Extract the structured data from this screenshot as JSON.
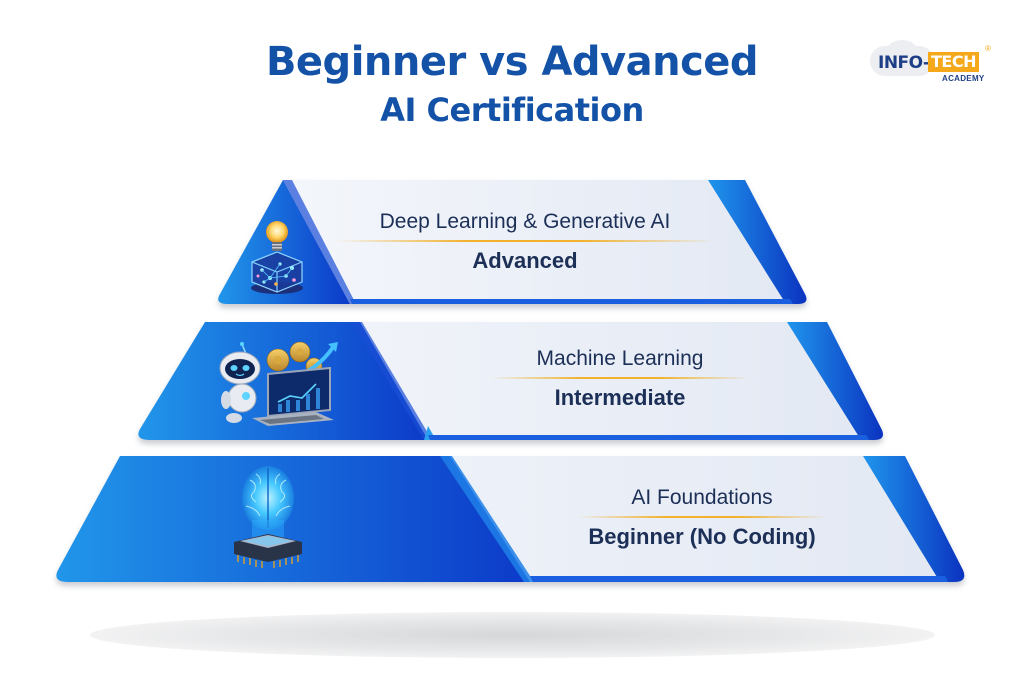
{
  "header": {
    "title_line1": "Beginner vs Advanced",
    "title_line2": "AI Certification"
  },
  "logo": {
    "part1": "INFO-",
    "part2": "TECH",
    "registered": "®",
    "subtitle": "ACADEMY"
  },
  "colors": {
    "title_blue": "#1452a8",
    "tier_blue_light": "#1e8ee8",
    "tier_blue_dark": "#0d37c8",
    "panel_light": "#eef2f9",
    "text_dark": "#1c2f57",
    "accent_gold": "#f2b22e"
  },
  "tiers": [
    {
      "name": "Deep Learning & Generative AI",
      "level": "Advanced",
      "icon": "lightbulb-cube-icon"
    },
    {
      "name": "Machine Learning",
      "level": "Intermediate",
      "icon": "robot-laptop-icon"
    },
    {
      "name": "AI Foundations",
      "level": "Beginner (No Coding)",
      "icon": "brain-chip-icon"
    }
  ]
}
